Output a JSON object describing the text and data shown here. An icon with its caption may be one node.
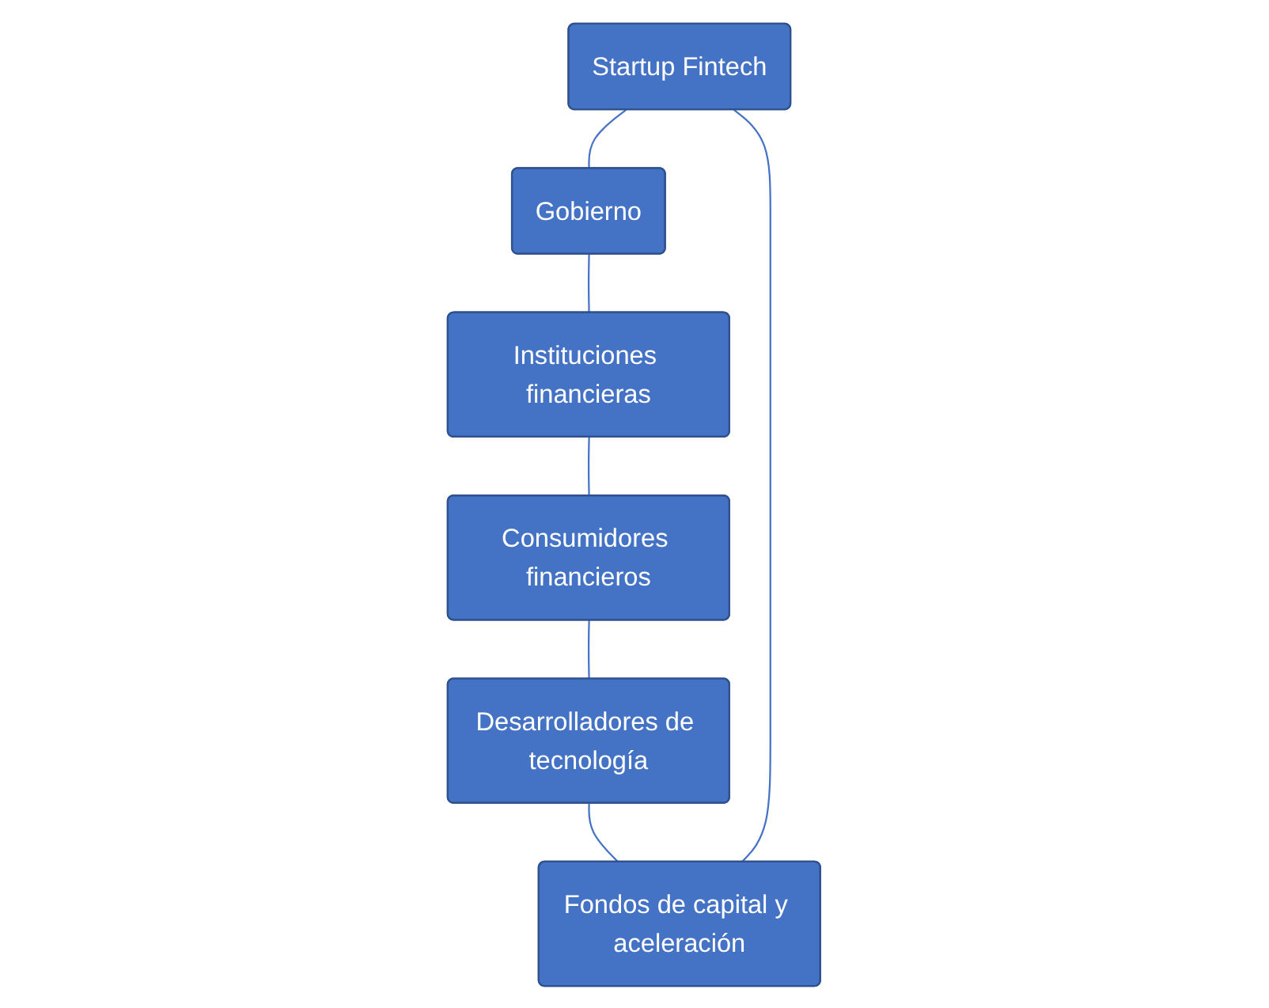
{
  "diagram": {
    "nodes": [
      {
        "text": [
          "Startup Fintech"
        ]
      },
      {
        "text": [
          "Gobierno"
        ]
      },
      {
        "text": [
          "Instituciones financieras"
        ]
      },
      {
        "text": [
          "Consumidores financieros"
        ]
      },
      {
        "text": [
          "Desarrolladores de tecnología"
        ]
      },
      {
        "text": [
          "Fondos de capital y aceleración"
        ]
      }
    ],
    "edges": [
      {
        "from": 0,
        "to": 1,
        "arrow": "none"
      },
      {
        "from": 1,
        "to": 2,
        "arrow": "none"
      },
      {
        "from": 2,
        "to": 3,
        "arrow": "none"
      },
      {
        "from": 3,
        "to": 4,
        "arrow": "none"
      },
      {
        "from": 4,
        "to": 5,
        "arrow": "none"
      },
      {
        "from": 5,
        "to": 0,
        "arrow": "none"
      }
    ]
  }
}
